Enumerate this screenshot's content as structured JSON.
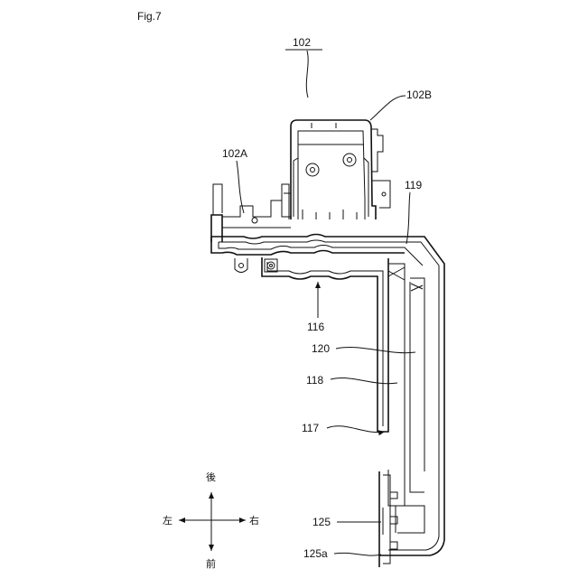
{
  "figure": {
    "title": "Fig.7"
  },
  "labels": {
    "l102": "102",
    "l102B": "102B",
    "l102A": "102A",
    "l119": "119",
    "l116": "116",
    "l120": "120",
    "l118": "118",
    "l117": "117",
    "l125": "125",
    "l125a": "125a"
  },
  "directions": {
    "rear": "後",
    "front": "前",
    "left": "左",
    "right": "右"
  }
}
